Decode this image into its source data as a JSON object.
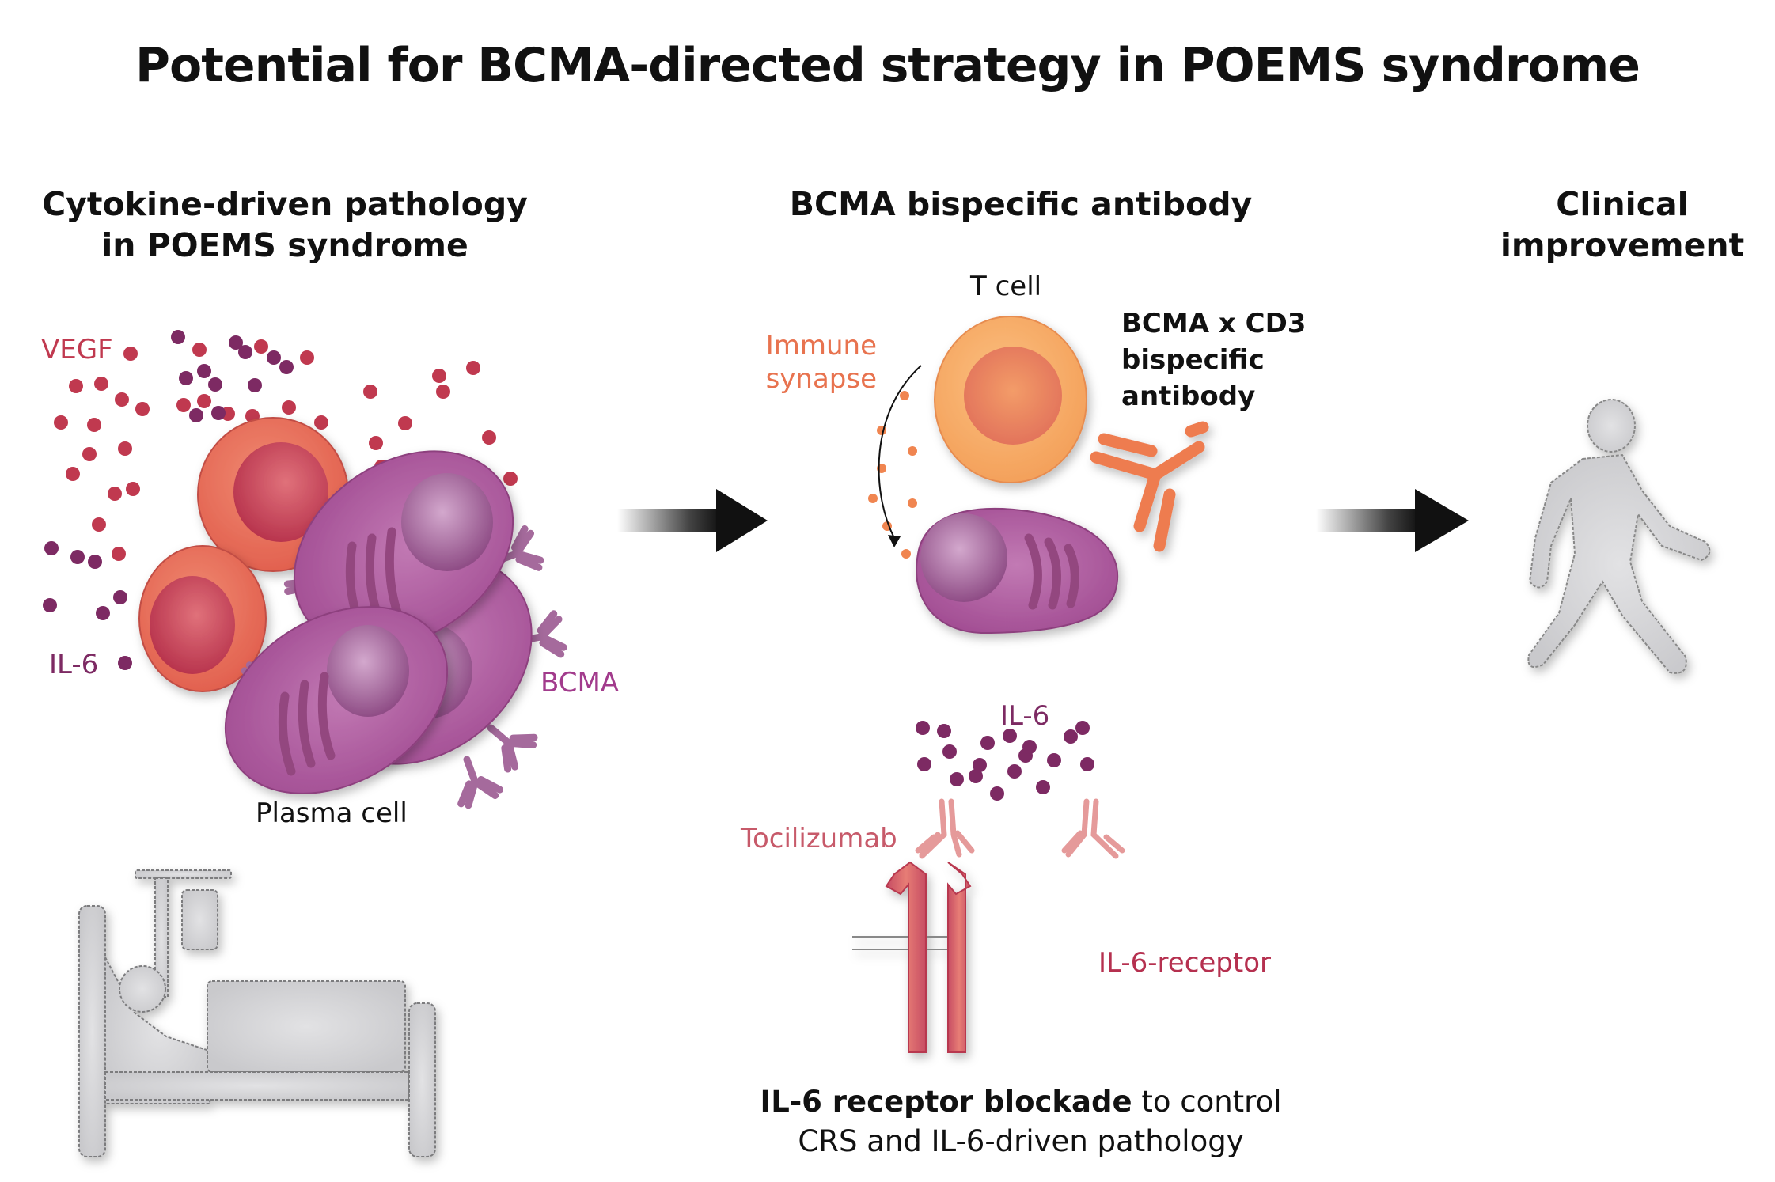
{
  "title": "Potential for BCMA-directed strategy in POEMS syndrome",
  "panels": {
    "left": {
      "heading_line1": "Cytokine-driven pathology",
      "heading_line2": "in POEMS syndrome",
      "labels": {
        "vegf": "VEGF",
        "il6": "IL-6",
        "bcma": "BCMA",
        "plasma_cell": "Plasma cell"
      },
      "icon": "hospital-bed-patient-icon"
    },
    "middle": {
      "heading": "BCMA bispecific antibody",
      "labels": {
        "t_cell": "T cell",
        "immune_synapse_line1": "Immune",
        "immune_synapse_line2": "synapse",
        "bispecific_line1": "BCMA x CD3",
        "bispecific_line2": "bispecific",
        "bispecific_line3": "antibody",
        "il6": "IL-6",
        "tocilizumab": "Tocilizumab",
        "il6_receptor": "IL-6-receptor"
      },
      "caption_bold": "IL-6 receptor blockade",
      "caption_rest_line1": " to control",
      "caption_line2": "CRS and IL-6-driven pathology"
    },
    "right": {
      "heading_line1": "Clinical",
      "heading_line2": "improvement",
      "icon": "walking-person-icon"
    }
  },
  "colors": {
    "vegf": "#c0394f",
    "il6": "#7d2a63",
    "bcma": "#a23b8c",
    "immune_synapse": "#e8734f",
    "tocilizumab": "#c75a6a",
    "il6_receptor": "#b5304f",
    "plasma_cell": "#b364a3",
    "t_cell": "#f6a85f",
    "red_cell": "#e86e5e",
    "grey_icon": "#d4d4d6"
  }
}
